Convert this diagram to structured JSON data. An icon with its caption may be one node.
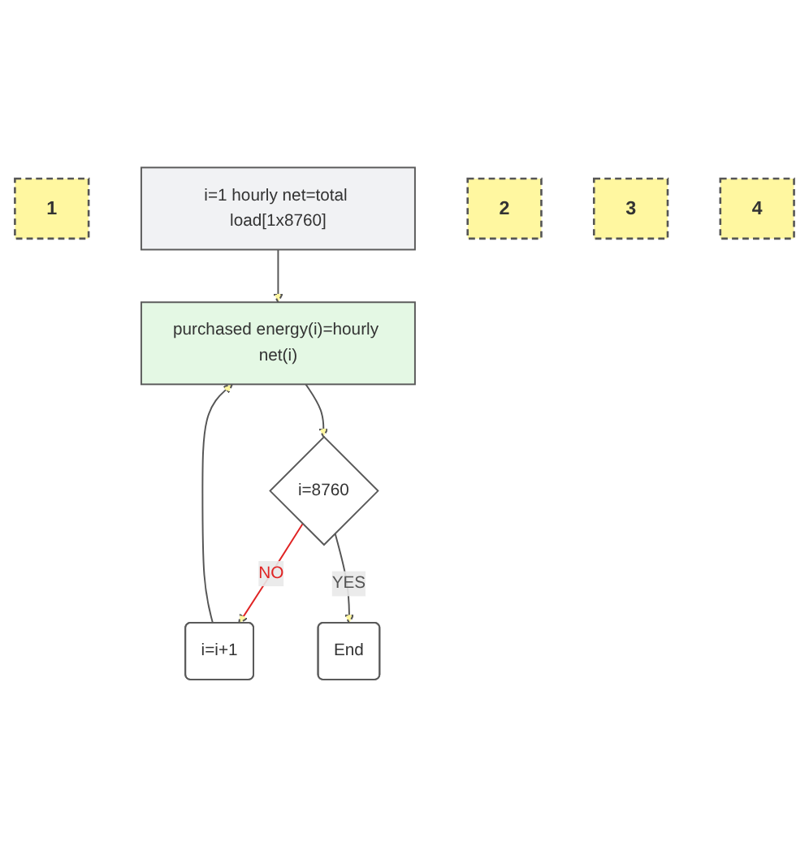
{
  "diagram": {
    "nodes": [
      {
        "text": [
          "1"
        ]
      },
      {
        "text": [
          "i=1 hourly net=total load[1x8760]"
        ]
      },
      {
        "text": [
          "2"
        ]
      },
      {
        "text": [
          "purchased energy(i)=hourly net(i)"
        ]
      },
      {
        "text": [
          "3"
        ]
      },
      {
        "text": [
          "i=8760"
        ]
      },
      {
        "text": [
          "i=i+1"
        ]
      },
      {
        "text": [
          "4"
        ]
      },
      {
        "text": [
          "End"
        ]
      }
    ],
    "edges": [
      {
        "from": 1,
        "to": 3,
        "arrow": "to"
      },
      {
        "from": 3,
        "to": 5,
        "arrow": "to"
      },
      {
        "from": 5,
        "to": 6,
        "arrow": "to",
        "label": "NO",
        "color": "#e02424"
      },
      {
        "from": 6,
        "to": 3,
        "arrow": "to"
      },
      {
        "from": 5,
        "to": 8,
        "arrow": "to",
        "label": "YES"
      }
    ]
  }
}
